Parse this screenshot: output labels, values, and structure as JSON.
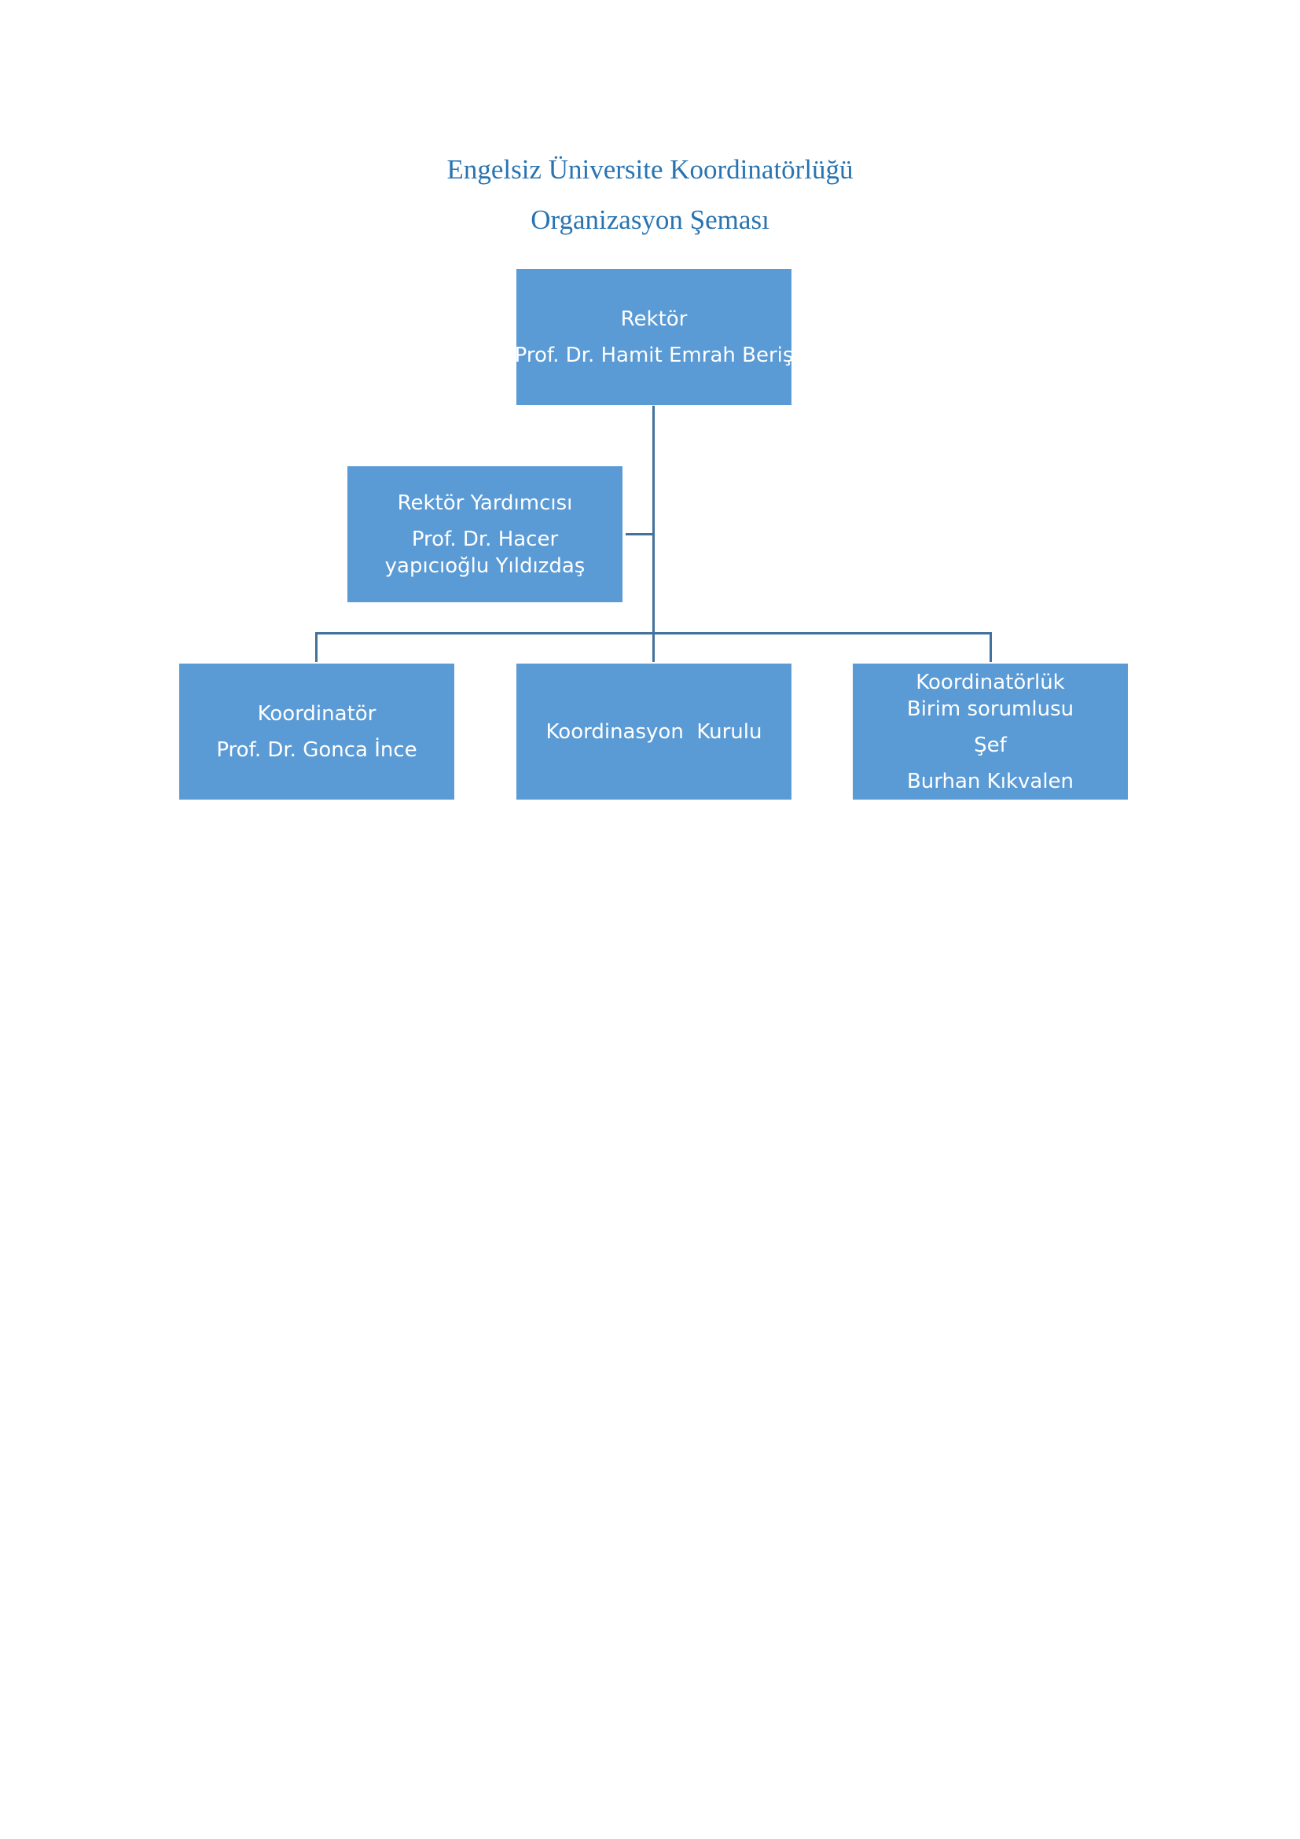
{
  "title": {
    "line1": "Engelsiz Üniversite Koordinatörlüğü",
    "line2": "Organizasyon Şeması"
  },
  "nodes": {
    "rector": {
      "role": "Rektör",
      "name": "Prof. Dr. Hamit Emrah Beriş"
    },
    "vice_rector": {
      "role": "Rektör Yardımcısı",
      "name": "Prof. Dr. Hacer yapıcıoğlu Yıldızdaş"
    },
    "coordinator": {
      "role": "Koordinatör",
      "name": "Prof. Dr. Gonca İnce"
    },
    "council": {
      "label": "Koordinasyon  Kurulu"
    },
    "unit_head": {
      "role": "Koordinatörlük Birim sorumlusu",
      "title": "Şef",
      "name": "Burhan Kıkvalen"
    }
  },
  "colors": {
    "title": "#2874b2",
    "box_fill": "#5b9bd5",
    "box_text": "#ffffff",
    "connector": "#41719c"
  }
}
